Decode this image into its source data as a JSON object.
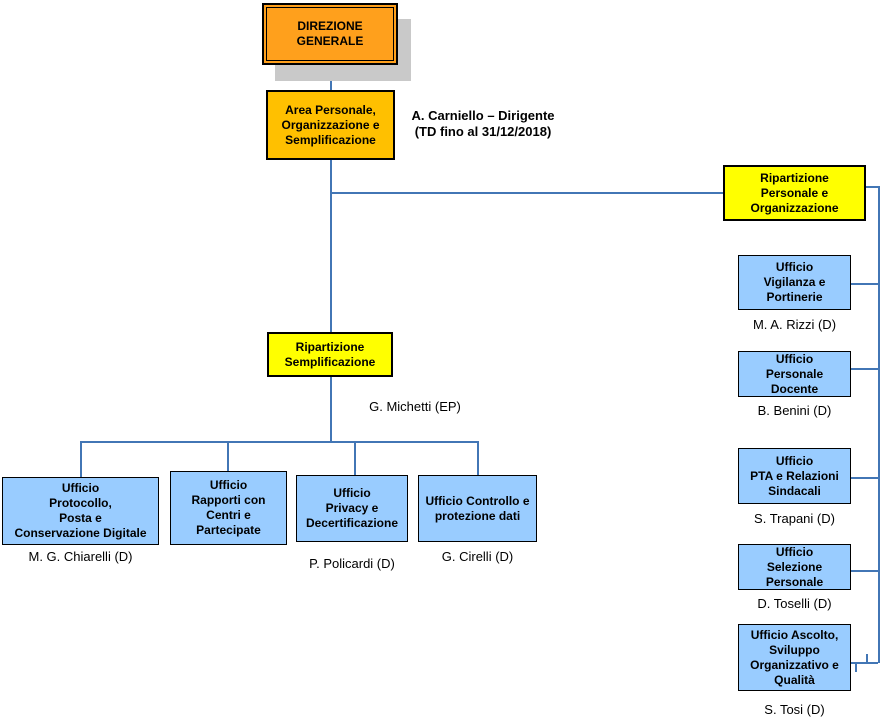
{
  "colors": {
    "background": "#FFFFFF",
    "box_direzione": "#FFA01C",
    "box_area": "#FFC000",
    "box_ripartizione": "#FFFF00",
    "box_ufficio": "#99CCFF",
    "connector": "#4276B5",
    "shadow": "#C9C9C9",
    "border": "#000000",
    "text": "#000000"
  },
  "org": {
    "direzione": {
      "label": "DIREZIONE\nGENERALE"
    },
    "area": {
      "label": "Area Personale,\nOrganizzazione e\nSemplificazione",
      "dirigente_line1": "A. Carniello – Dirigente",
      "dirigente_line2": "(TD fino al 31/12/2018)"
    },
    "ripartizione_personale": {
      "label": "Ripartizione\nPersonale e\nOrganizzazione",
      "uffici": [
        {
          "label": "Ufficio\nVigilanza e\nPortinerie",
          "responsabile": "M. A. Rizzi (D)"
        },
        {
          "label": "Ufficio\nPersonale\nDocente",
          "responsabile": "B. Benini (D)"
        },
        {
          "label": "Ufficio\nPTA e Relazioni\nSindacali",
          "responsabile": "S. Trapani (D)"
        },
        {
          "label": "Ufficio\nSelezione\nPersonale",
          "responsabile": "D. Toselli (D)"
        },
        {
          "label": "Ufficio Ascolto,\nSviluppo\nOrganizzativo e\nQualità",
          "responsabile": "S. Tosi (D)"
        }
      ]
    },
    "ripartizione_semplificazione": {
      "label": "Ripartizione\nSemplificazione",
      "responsabile": "G. Michetti (EP)",
      "uffici": [
        {
          "label": "Ufficio\nProtocollo,\nPosta e\nConservazione Digitale",
          "responsabile": "M. G. Chiarelli (D)"
        },
        {
          "label": "Ufficio\nRapporti con\nCentri e\nPartecipate"
        },
        {
          "label": "Ufficio\nPrivacy e\nDecertificazione",
          "responsabile": "P. Policardi (D)"
        },
        {
          "label": "Ufficio Controllo e\nprotezione dati",
          "responsabile": "G. Cirelli (D)"
        }
      ]
    }
  }
}
